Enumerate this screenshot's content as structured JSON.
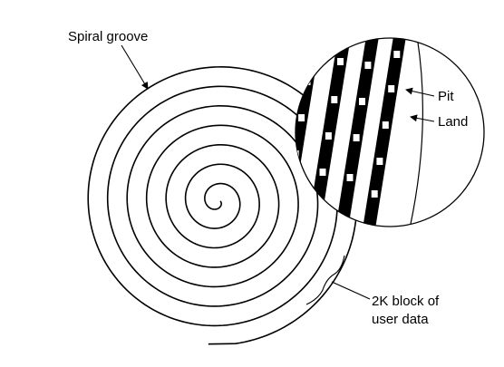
{
  "labels": {
    "spiral_groove": "Spiral groove",
    "pit": "Pit",
    "land": "Land",
    "block_line1": "2K block of",
    "block_line2": "user data"
  },
  "colors": {
    "ink": "#000000",
    "background": "#ffffff",
    "pit": "#ffffff"
  }
}
